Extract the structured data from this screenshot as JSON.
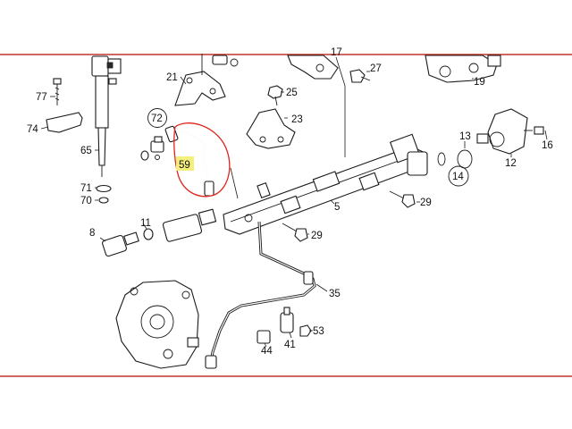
{
  "diagram": {
    "callouts": [
      "77",
      "74",
      "65",
      "71",
      "70",
      "72",
      "59",
      "21",
      "25",
      "23",
      "17",
      "27",
      "19",
      "13",
      "16",
      "12",
      "14",
      "29",
      "5",
      "11",
      "8",
      "29",
      "35",
      "41",
      "53",
      "44"
    ],
    "highlighted_callout": "59",
    "colors": {
      "frame_red": "#c0352b",
      "highlight_fill": "#f4ee7a",
      "line": "#1a1a1a"
    }
  }
}
